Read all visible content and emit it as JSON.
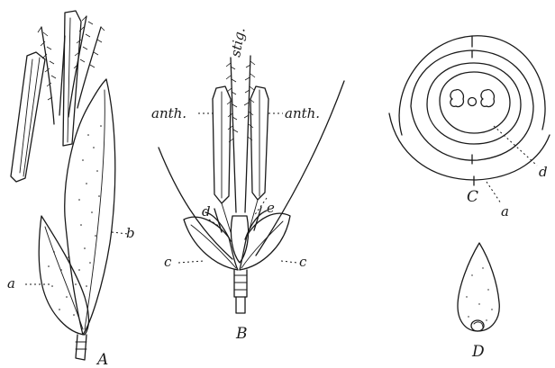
{
  "figure": {
    "panels": {
      "A": {
        "caption": "A",
        "labels": {
          "a": "a",
          "b": "b"
        }
      },
      "B": {
        "caption": "B",
        "labels": {
          "stig": "stig.",
          "anth_left": "anth.",
          "anth_right": "anth.",
          "d": "d",
          "e": "e",
          "c_left": "c",
          "c_right": "c"
        }
      },
      "C": {
        "caption": "C",
        "labels": {
          "d": "d",
          "a": "a"
        }
      },
      "D": {
        "caption": "D"
      }
    }
  },
  "colors": {
    "ink": "#1a1a1a",
    "paper": "#ffffff"
  }
}
